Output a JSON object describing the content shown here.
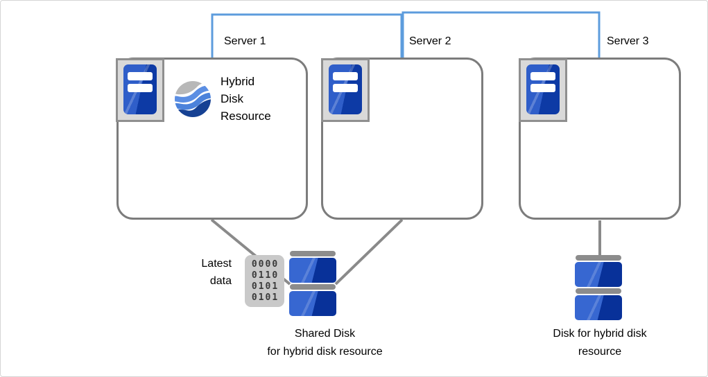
{
  "colors": {
    "canvas-border": "#d5d5d5",
    "accent-blue": "#5d9cdd",
    "line-gray": "#8a8a8a",
    "box-border": "#7c7c7c",
    "frame-gray": "#d9d9d9",
    "frame-border": "#8f8f8f",
    "server-blue": "#2f5ec9",
    "server-blue-dark": "#0d3aa5",
    "disk-blue": "#3767d1",
    "disk-blue-dark": "#083199",
    "cap-gray": "#8c8c8c",
    "binary-bg": "#c9c9c9",
    "binary-digit": "#3a3a3a",
    "swirl-gray": "#b8b8b8",
    "swirl-blue1": "#5b8ee3",
    "swirl-blue2": "#4b82db",
    "swirl-navy": "#164193"
  },
  "servers": [
    {
      "label": "Server 1"
    },
    {
      "label": "Server 2"
    },
    {
      "label": "Server 3"
    }
  ],
  "hybrid_resource": {
    "lines": [
      "Hybrid",
      "Disk",
      "Resource"
    ]
  },
  "latest_data": {
    "lines": [
      "Latest",
      "data"
    ]
  },
  "binary_box": {
    "rows": [
      "0000",
      "0110",
      "0101",
      "0101"
    ]
  },
  "shared_disk": {
    "label_lines": [
      "Shared Disk",
      "for hybrid disk resource"
    ]
  },
  "hybrid_disk": {
    "label_lines": [
      "Disk for hybrid disk",
      "resource"
    ]
  }
}
